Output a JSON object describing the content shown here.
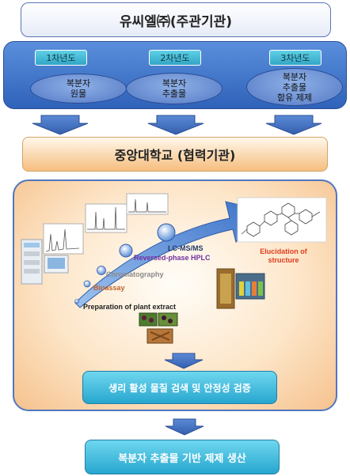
{
  "title": "유씨엘㈜(주관기관)",
  "years": [
    {
      "label": "1차년도",
      "content": [
        "복분자",
        "원물"
      ]
    },
    {
      "label": "2차년도",
      "content": [
        "복분자",
        "추출물"
      ]
    },
    {
      "label": "3차년도",
      "content": [
        "복분자",
        "추출물",
        "함유 제제"
      ]
    }
  ],
  "partner": "중앙대학교 (협력기관)",
  "process_steps": [
    "Preparation of plant  extract",
    "Bioassay",
    "Chromatography",
    "Reversed-phase HPLC",
    "LC-MS/MS"
  ],
  "structure_label": [
    "Elucidation of",
    "structure"
  ],
  "verification": "생리 활성 물질 검색 및 안정성 검증",
  "final": "복분자 추출물 기반 제제 생산",
  "colors": {
    "arrow_blue": "#3f6fbf",
    "step_orange": "#d2691e",
    "step_purple": "#7030a0",
    "step_dark": "#1f3864",
    "structure_red": "#e03c1e"
  }
}
